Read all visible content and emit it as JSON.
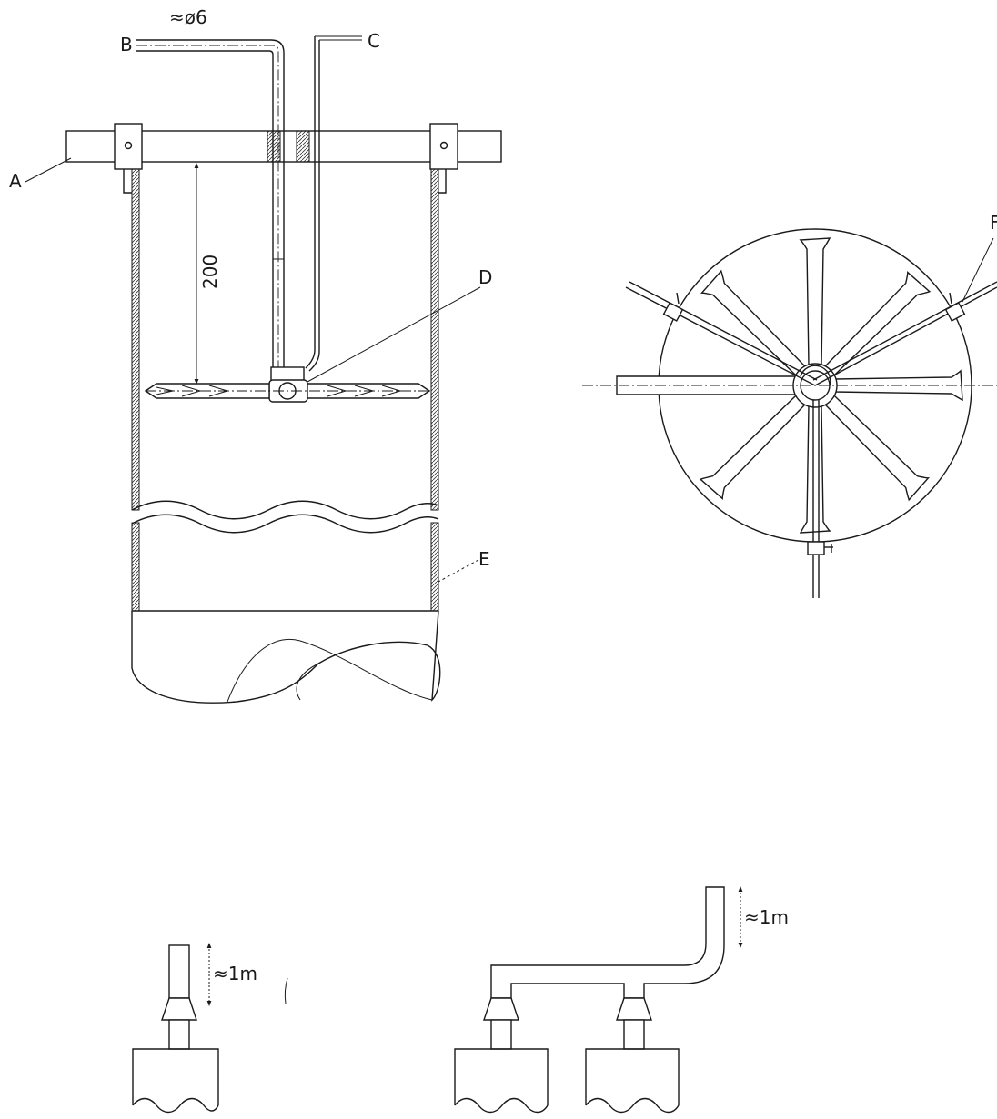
{
  "labels": {
    "a": "A",
    "b": "B",
    "c": "C",
    "d": "D",
    "e": "E",
    "f": "F",
    "diameter": "≈ø6",
    "depth": "200",
    "height_single": "≈1m",
    "height_double": "≈1m"
  }
}
